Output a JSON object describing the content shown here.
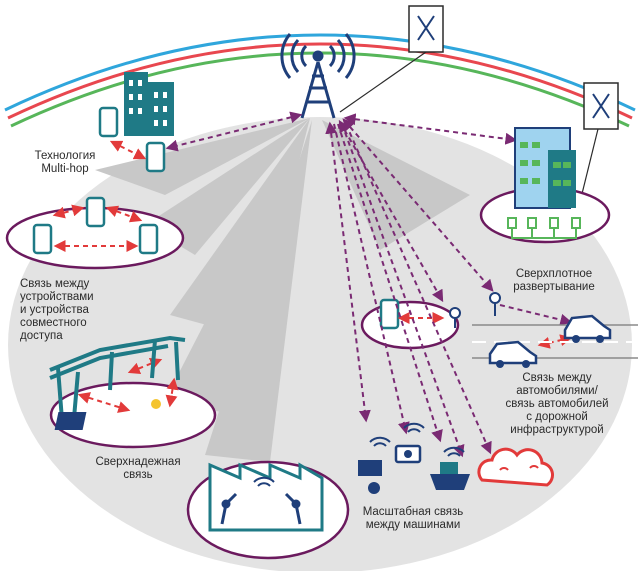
{
  "labels": {
    "multihop": "Технология\nMulti-hop",
    "d2d": "Связь между\nустройствами\nи устройства\nсовместного\nдоступа",
    "urllc": "Сверхнадежная\nсвязь",
    "ultradense": "Сверхплотное\nразвертывание",
    "v2x": "Связь между\nавтомобилями/\nсвязь автомобилей\nс дорожной\nинфраструктурой",
    "mmtc": "Масштабная связь\nмежду машинами"
  },
  "colors": {
    "arc_blue": "#2fa6dc",
    "arc_red": "#e8474f",
    "arc_green": "#57b65a",
    "ellipse": "#6b1a5e",
    "dashed_purple": "#7a2a73",
    "dashed_red": "#e23a3a",
    "icon_teal": "#1f7a86",
    "icon_navy": "#1f3f7a",
    "beam_gray": "#c8c8c8",
    "ground_gray": "#e3e3e3"
  }
}
